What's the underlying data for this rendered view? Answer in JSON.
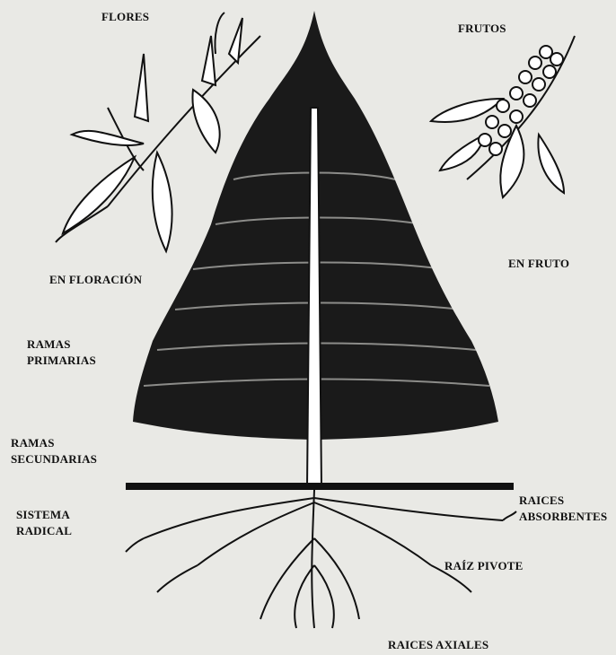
{
  "labels": {
    "flores": "FLORES",
    "frutos": "FRUTOS",
    "en_floracion": "EN FLORACIÓN",
    "en_fruto": "EN FRUTO",
    "ramas_primarias": [
      "RAMAS",
      "PRIMARIAS"
    ],
    "ramas_secundarias": [
      "RAMAS",
      "SECUNDARIAS"
    ],
    "sistema_radical": [
      "SISTEMA",
      "RADICAL"
    ],
    "raices_absorbentes": [
      "RAICES",
      "ABSORBENTES"
    ],
    "raiz_pivote": "RAÍZ PIVOTE",
    "raices_axiales": "RAICES AXIALES"
  },
  "colors": {
    "background": "#e9e9e5",
    "ink": "#111111"
  }
}
